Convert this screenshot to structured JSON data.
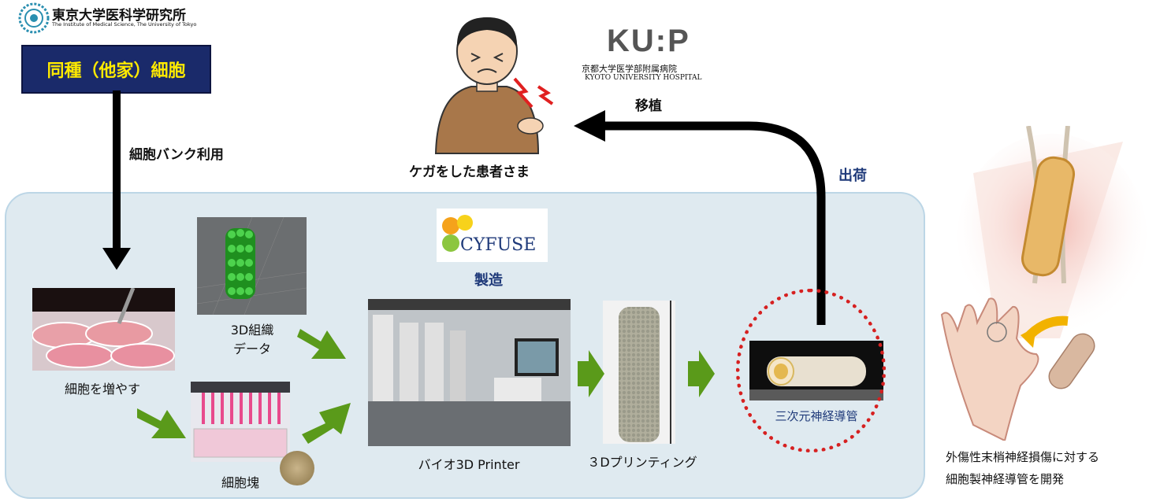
{
  "ims_logo": {
    "name_ja": "東京大学医科学研究所",
    "name_en": "The Institute of Medical Science, The University of Tokyo"
  },
  "cell_source": {
    "label": "同種（他家）細胞"
  },
  "cell_bank": {
    "label": "細胞バンク利用"
  },
  "patient": {
    "label": "ケガをした患者さま"
  },
  "kuhp_logo": {
    "mark": "KU:P",
    "name_ja": "京都大学医学部附属病院",
    "name_en": "KYOTO UNIVERSITY HOSPITAL"
  },
  "transplant": {
    "label": "移植"
  },
  "shipment": {
    "label": "出荷"
  },
  "cyfuse": {
    "logo_text": "CYFUSE",
    "label": "製造"
  },
  "steps": {
    "proliferate": "細胞を増やす",
    "tissue_data_1": "3D組織",
    "tissue_data_2": "データ",
    "spheroid": "細胞塊",
    "printer": "バイオ3D Printer",
    "printing": "３Dプリンティング",
    "conduit": "三次元神経導管"
  },
  "caption": {
    "line1": "外傷性末梢神経損傷に対する",
    "line2": "細胞製神経導管を開発"
  },
  "colors": {
    "navy_box": "#1a2a6a",
    "yellow_text": "#ffea00",
    "panel_bg": "#dfeaf0",
    "green_arrow": "#5a9a1a",
    "red_dotted": "#d62020",
    "label_blue": "#1f3a7a"
  }
}
